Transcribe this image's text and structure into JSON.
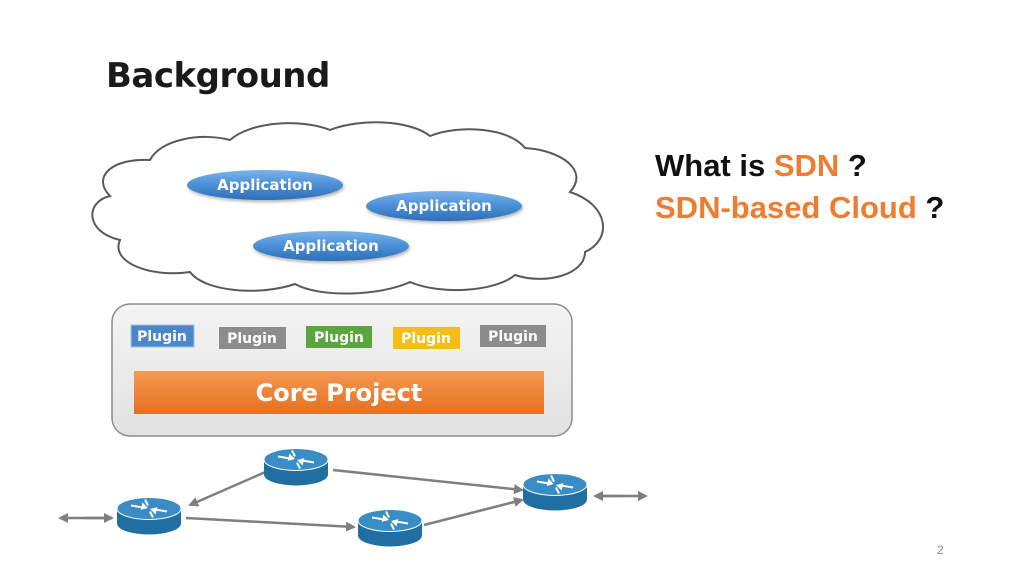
{
  "slide": {
    "title": "Background",
    "page_number": "2"
  },
  "questions": {
    "line1_prefix": "What is ",
    "line1_highlight": "SDN",
    "line1_suffix": " ?",
    "line2_highlight": "SDN-based Cloud",
    "line2_suffix": " ?"
  },
  "cloud": {
    "applications": [
      "Application",
      "Application",
      "Application"
    ]
  },
  "platform": {
    "plugins": [
      {
        "label": "Plugin",
        "color": "#4a86c8"
      },
      {
        "label": "Plugin",
        "color": "#8c8c8c"
      },
      {
        "label": "Plugin",
        "color": "#5aa63c"
      },
      {
        "label": "Plugin",
        "color": "#f5be17"
      },
      {
        "label": "Plugin",
        "color": "#8c8c8c"
      }
    ],
    "core_label": "Core Project",
    "core_color": "#ed7d31"
  },
  "network": {
    "router_icon": "router-icon",
    "router_color": "#1f6fa3"
  }
}
